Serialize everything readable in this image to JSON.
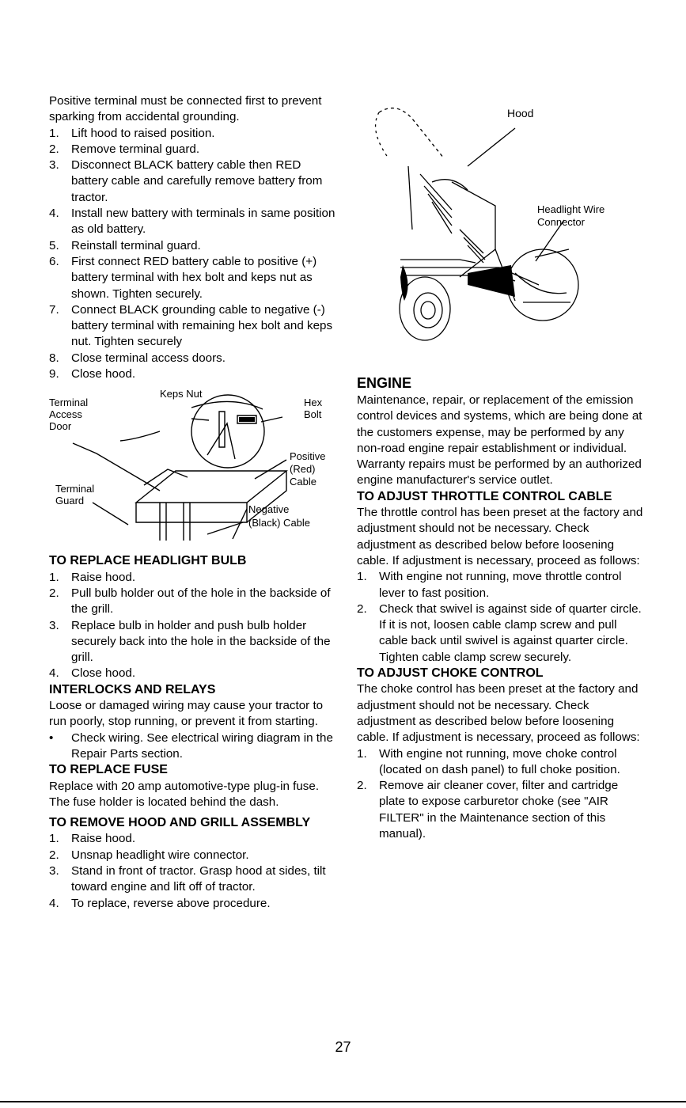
{
  "left": {
    "battery": {
      "intro": "Positive terminal must be connected first to prevent sparking from accidental grounding.",
      "steps": [
        {
          "num": "1.",
          "text": "Lift hood to raised position."
        },
        {
          "num": "2.",
          "text": "Remove terminal guard."
        },
        {
          "num": "3.",
          "text": "Disconnect BLACK battery cable then RED battery cable and carefully remove battery from tractor."
        },
        {
          "num": "4.",
          "text": "Install new battery with terminals in same position as old battery."
        },
        {
          "num": "5.",
          "text": "Reinstall terminal guard."
        },
        {
          "num": "6.",
          "text": "First connect RED battery cable to positive (+) battery terminal with hex bolt and keps nut as shown. Tighten securely."
        },
        {
          "num": "7.",
          "text": "Connect BLACK grounding cable to negative (-) battery terminal with remaining hex bolt and keps nut. Tighten securely"
        },
        {
          "num": "8.",
          "text": "Close terminal access doors."
        },
        {
          "num": "9.",
          "text": "Close hood."
        }
      ]
    },
    "battery_figure": {
      "keps_nut": "Keps Nut",
      "terminal_access_door": "Terminal\nAccess\nDoor",
      "hex_bolt": "Hex\nBolt",
      "positive_cable": "Positive\n(Red)\nCable",
      "terminal_guard": "Terminal\nGuard",
      "negative_cable": "Negative\n(Black) Cable"
    },
    "headlight": {
      "heading": "TO REPLACE HEADLIGHT BULB",
      "steps": [
        {
          "num": "1.",
          "text": "Raise hood."
        },
        {
          "num": "2.",
          "text": "Pull bulb holder out of the hole in the backside of the grill."
        },
        {
          "num": "3.",
          "text": "Replace bulb in holder and push bulb holder securely back into the hole in the backside of the grill."
        },
        {
          "num": "4.",
          "text": "Close hood."
        }
      ]
    },
    "interlocks": {
      "heading": "INTERLOCKS AND RELAYS",
      "text": "Loose or damaged wiring may cause your tractor to run poorly, stop running, or prevent it from starting.",
      "bullets": [
        {
          "num": "•",
          "text": "Check wiring. See electrical wiring diagram in the Repair Parts section."
        }
      ]
    },
    "fuse": {
      "heading": "TO REPLACE FUSE",
      "text": "Replace with 20 amp automotive-type plug-in fuse. The fuse holder is located behind the dash."
    },
    "hood": {
      "heading": "TO REMOVE HOOD AND GRILL ASSEMBLY",
      "steps": [
        {
          "num": "1.",
          "text": "Raise hood."
        },
        {
          "num": "2.",
          "text": "Unsnap headlight wire connector."
        },
        {
          "num": "3.",
          "text": "Stand in front of tractor. Grasp hood at sides, tilt toward engine and lift off of tractor."
        },
        {
          "num": "4.",
          "text": "To replace, reverse above procedure."
        }
      ]
    }
  },
  "right": {
    "hood_figure": {
      "hood": "Hood",
      "headlight_wire_connector": "Headlight Wire\nConnector"
    },
    "engine": {
      "heading": "ENGINE",
      "text": "Maintenance, repair, or replacement of the emission control devices and systems, which are being done at the customers expense, may be performed by any non-road engine repair establishment or individual. Warranty repairs must be performed by an authorized engine manufacturer's service outlet."
    },
    "throttle": {
      "heading": "TO ADJUST THROTTLE CONTROL CABLE",
      "text": "The throttle control has been preset at the factory and adjustment should not be necessary. Check adjustment as described below before loosening cable. If adjustment is necessary, proceed as follows:",
      "steps": [
        {
          "num": "1.",
          "text": "With engine not running, move throttle control lever to fast position."
        },
        {
          "num": "2.",
          "text": "Check that swivel is against side of quarter circle. If it is not, loosen cable clamp screw and pull cable back until swivel is against quarter circle. Tighten cable clamp screw securely."
        }
      ]
    },
    "choke": {
      "heading": "TO ADJUST CHOKE CONTROL",
      "text": "The choke control has been preset at the factory and adjustment should not be necessary. Check adjustment as described below before loosening cable. If adjustment is necessary, proceed as follows:",
      "steps": [
        {
          "num": "1.",
          "text": "With engine not running, move choke control (located on dash panel) to full choke position."
        },
        {
          "num": "2.",
          "text": "Remove air cleaner cover, filter and cartridge plate to expose carburetor choke (see \"AIR FILTER\" in the Maintenance section of this manual)."
        }
      ]
    }
  },
  "page_number": "27"
}
